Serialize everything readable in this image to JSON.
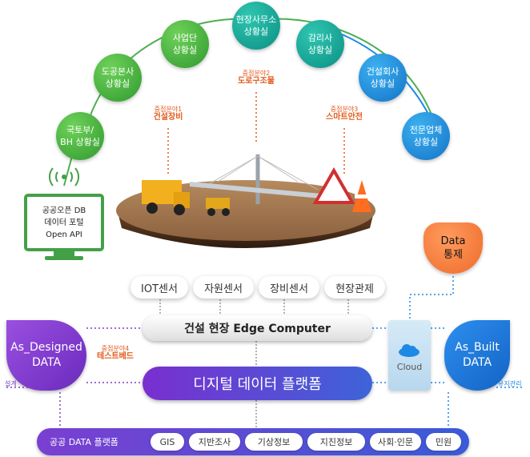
{
  "arc_nodes": [
    {
      "label": "국토부/\nBH 상황실"
    },
    {
      "label": "도공본사\n상황실"
    },
    {
      "label": "사업단\n상황실"
    },
    {
      "label": "현장사무소\n상황실"
    },
    {
      "label": "감리사\n상황실"
    },
    {
      "label": "건설회사\n상황실"
    },
    {
      "label": "전문업체\n상황실"
    }
  ],
  "focus": [
    {
      "tag": "중점분야1",
      "name": "건설장비"
    },
    {
      "tag": "중점분야2",
      "name": "도로구조물"
    },
    {
      "tag": "중점분야3",
      "name": "스마트안전"
    },
    {
      "tag": "중점분야4",
      "name": "테스트베드"
    }
  ],
  "monitor": {
    "line1": "공공오픈 DB",
    "line2": "데이터 포털",
    "line3": "Open API"
  },
  "data_control": {
    "line1": "Data",
    "line2": "통제"
  },
  "sensors": [
    "IOT센서",
    "자원센서",
    "장비센서",
    "현장관제"
  ],
  "edge_computer": "건설 현장 Edge Computer",
  "digital_platform": "디지털 데이터 플랫폼",
  "as_designed": {
    "line1": "As_Designed",
    "line2": "DATA"
  },
  "as_built": {
    "line1": "As_Built",
    "line2": "DATA"
  },
  "cloud": "Cloud",
  "side_labels": {
    "left": "설계",
    "right": "유지관리"
  },
  "public_platform": {
    "title": "공공 DATA 플랫폼",
    "items": [
      "GIS",
      "지반조사",
      "기상정보",
      "지진정보",
      "사회·인문",
      "민원"
    ]
  },
  "colors": {
    "green": "#2f9a2f",
    "teal": "#0b8f85",
    "blue": "#1474c8",
    "purple": "#7b3fc9",
    "orange": "#f07a3a"
  }
}
